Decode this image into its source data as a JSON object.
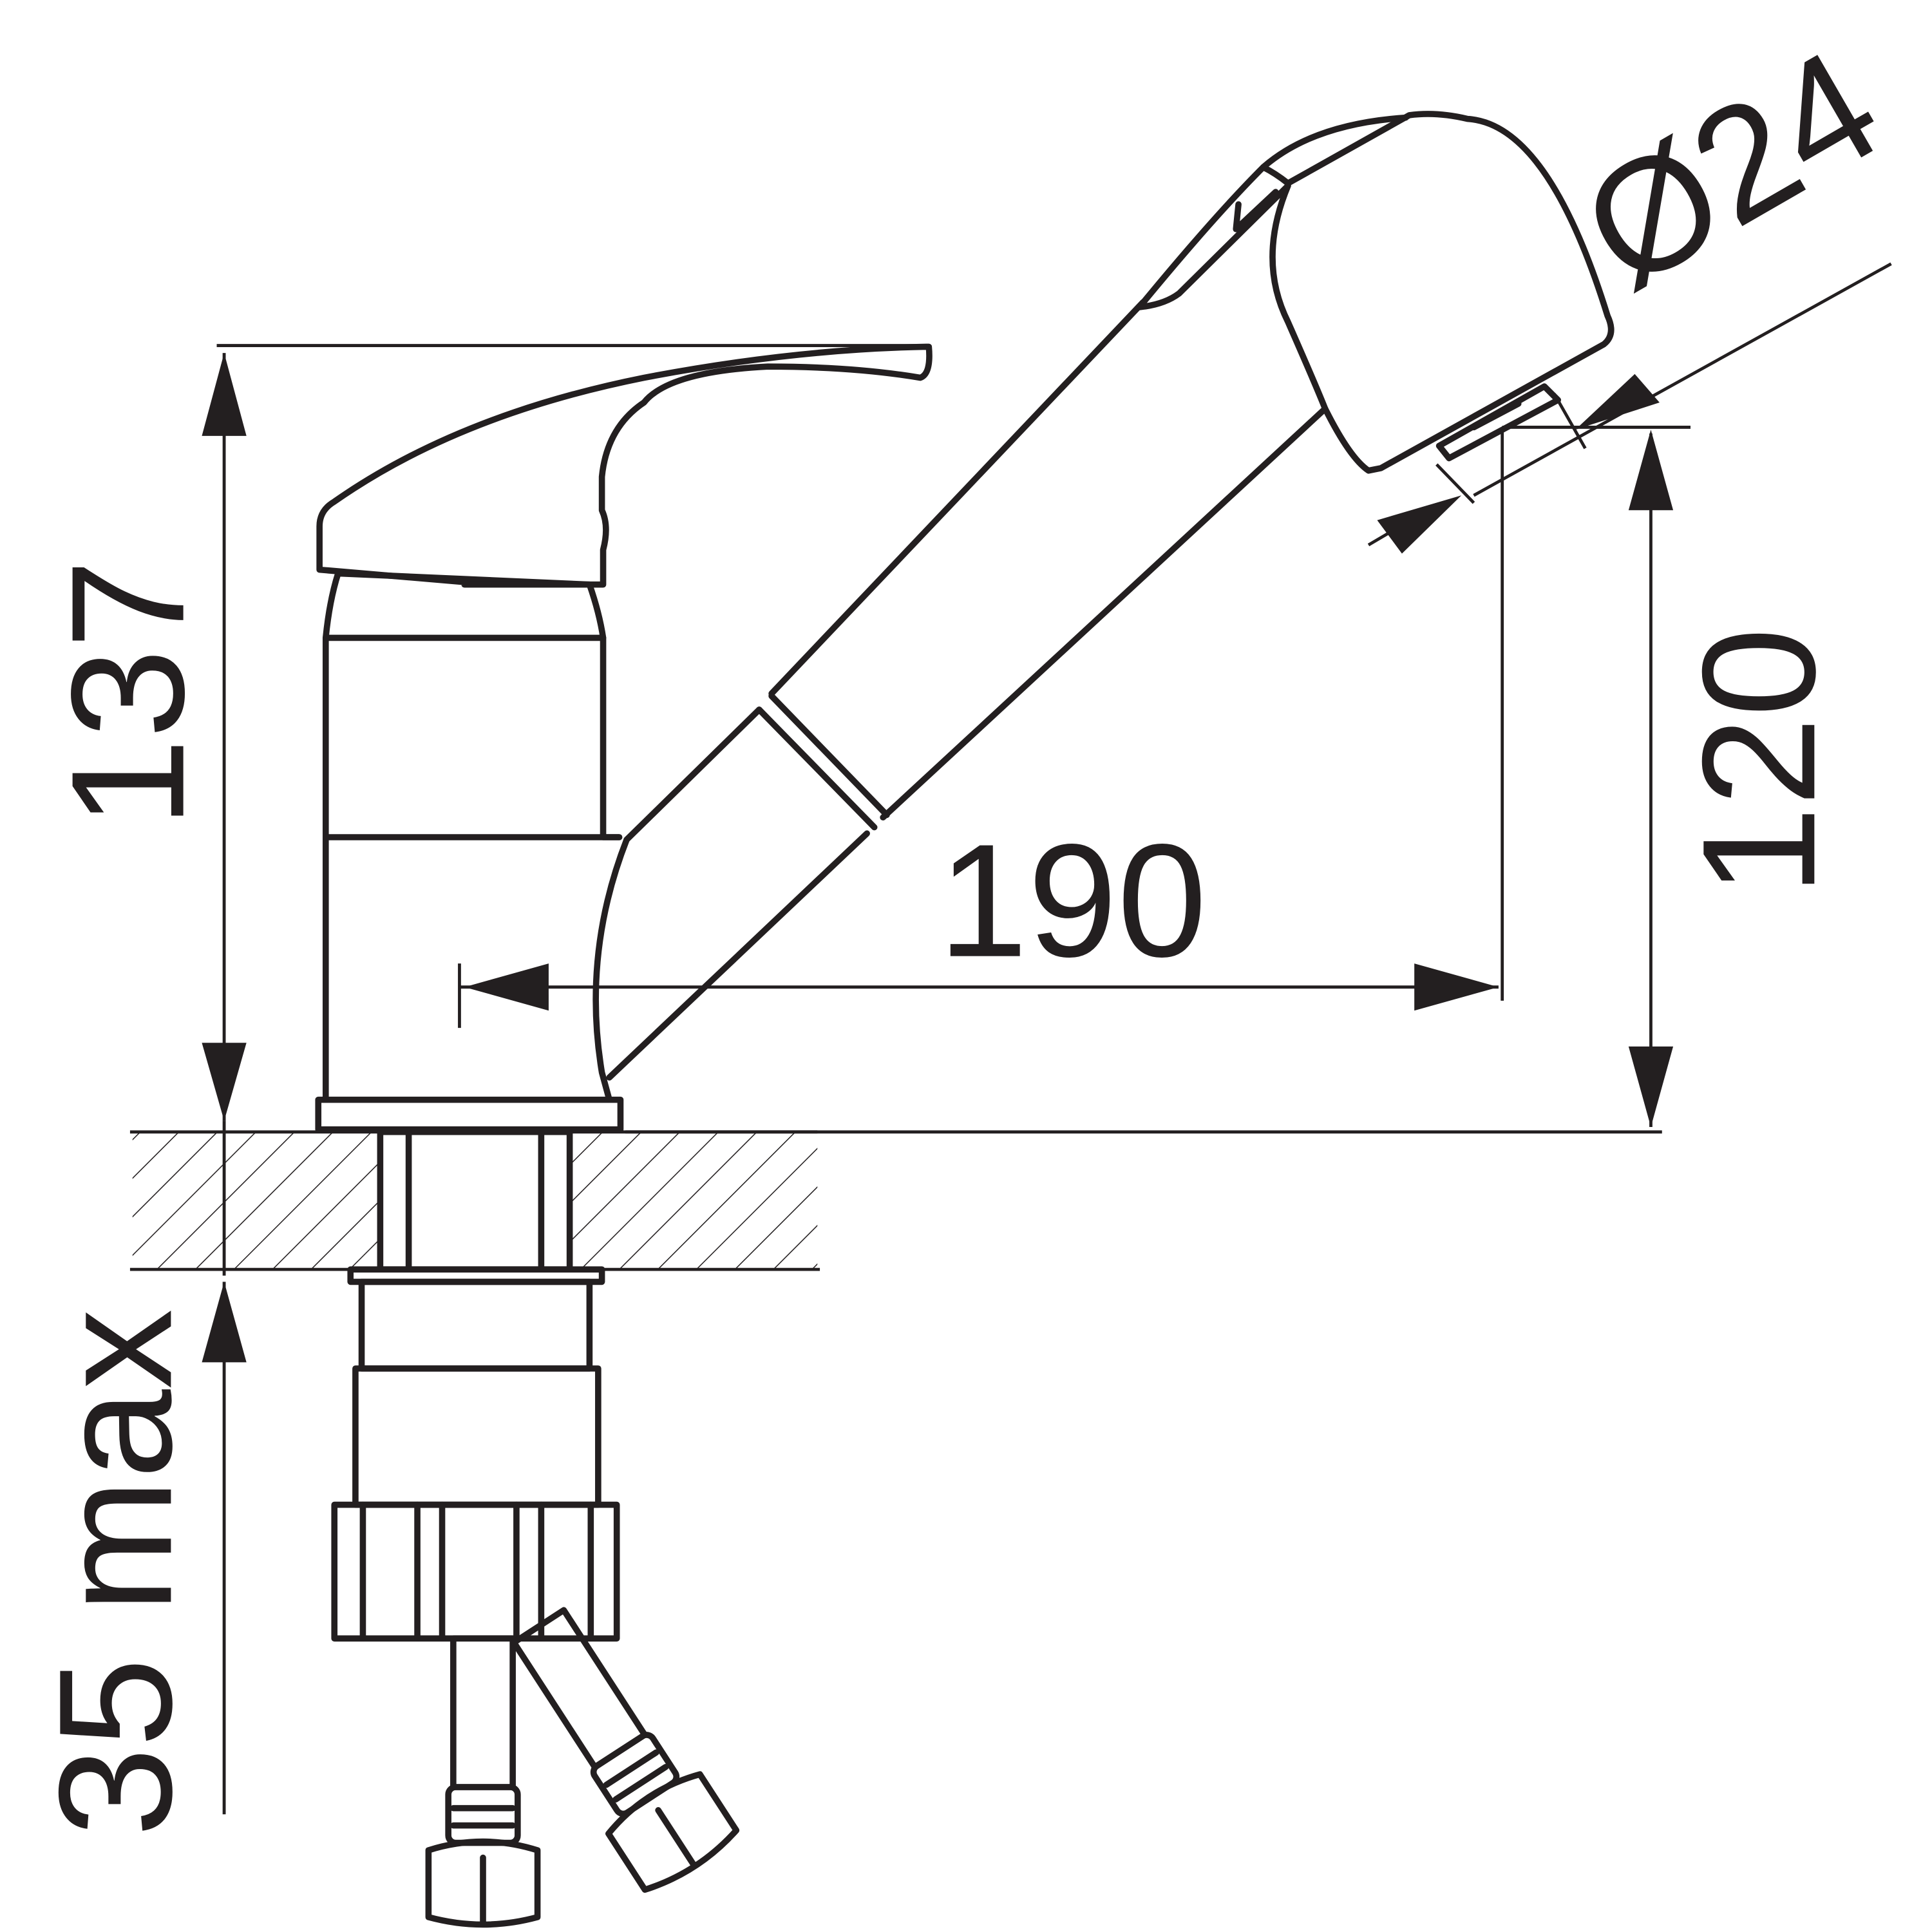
{
  "drawing": {
    "title": "Pull-out kitchen faucet dimension drawing",
    "units": "mm",
    "line_color": "#231f20",
    "background": "#ffffff"
  },
  "dimensions": {
    "height_total": "137",
    "spout_reach": "190",
    "spout_height": "120",
    "spray_head_diameter": "Ø24",
    "max_counter_thickness": "35 max"
  },
  "components": {
    "handle": "single lever handle",
    "body": "cylindrical mixer body",
    "spout": "pull-out spout with spray head",
    "counter": "hatched countertop section",
    "mounting": "threaded shank and nut",
    "hoses": [
      "braided supply hose left",
      "braided supply hose right"
    ]
  }
}
